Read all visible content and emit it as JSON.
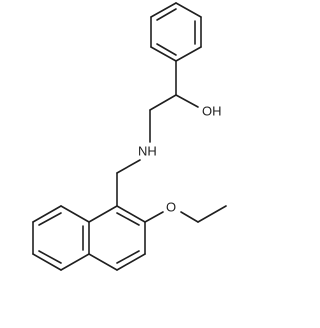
{
  "labels": {
    "hydroxyl": "OH",
    "amine": "NH",
    "ether_oxygen": "O"
  }
}
